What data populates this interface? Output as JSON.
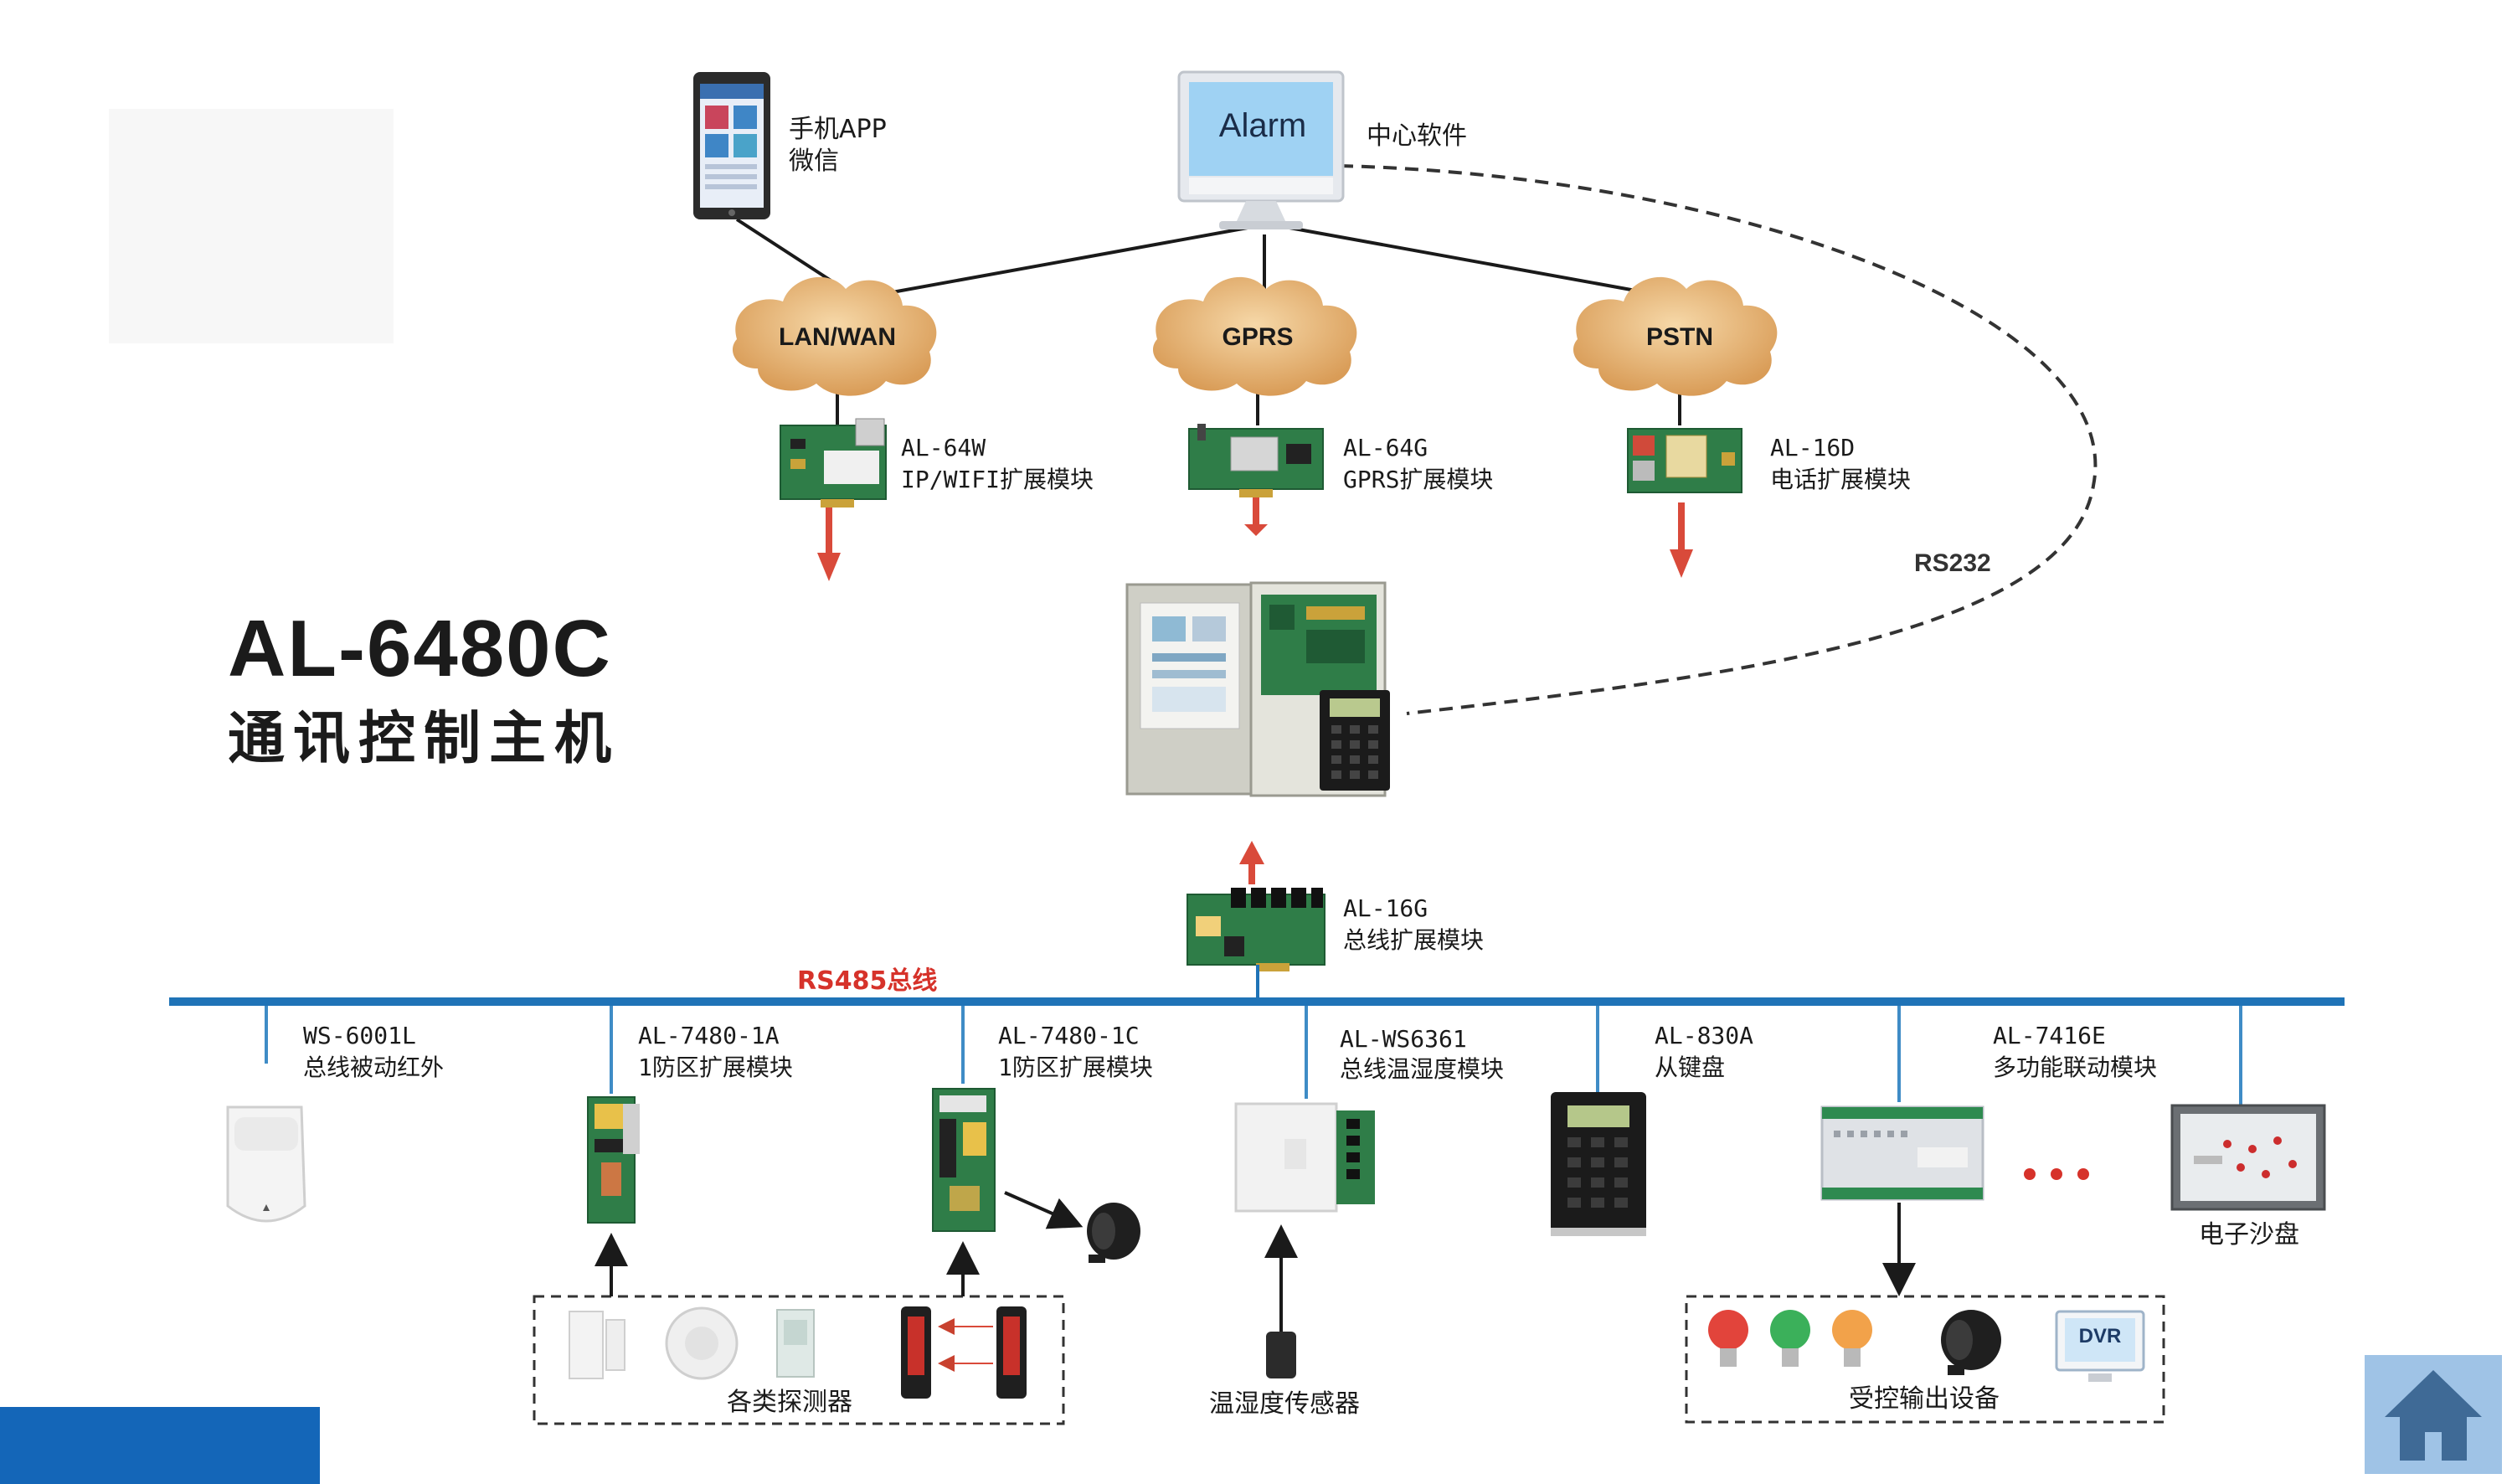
{
  "title": {
    "model": "AL-6480C",
    "subtitle": "通讯控制主机"
  },
  "top": {
    "app": {
      "line1": "手机APP",
      "line2": "微信"
    },
    "center_software": {
      "screen": "Alarm",
      "label": "中心软件"
    }
  },
  "clouds": [
    "LAN/WAN",
    "GPRS",
    "PSTN"
  ],
  "modules": [
    {
      "model": "AL-64W",
      "desc": "IP/WIFI扩展模块"
    },
    {
      "model": "AL-64G",
      "desc": "GPRS扩展模块"
    },
    {
      "model": "AL-16D",
      "desc": "电话扩展模块"
    }
  ],
  "rs232": "RS232",
  "bus_module": {
    "model": "AL-16G",
    "desc": "总线扩展模块"
  },
  "bus_label": "RS485总线",
  "devices": [
    {
      "model": "WS-6001L",
      "desc": "总线被动红外"
    },
    {
      "model": "AL-7480-1A",
      "desc": "1防区扩展模块"
    },
    {
      "model": "AL-7480-1C",
      "desc": "1防区扩展模块"
    },
    {
      "model": "AL-WS6361",
      "desc": "总线温湿度模块"
    },
    {
      "model": "AL-830A",
      "desc": "从键盘"
    },
    {
      "model": "AL-7416E",
      "desc": "多功能联动模块"
    }
  ],
  "sandbox": "电子沙盘",
  "groups": {
    "detectors": "各类探测器",
    "sensor": "温湿度传感器",
    "outputs": "受控输出设备",
    "dvr": "DVR"
  },
  "colors": {
    "bus": "#1f73b7",
    "arrow": "#d94a3a",
    "cloud": "#e7b67a",
    "accent_blue": "#1466b8"
  }
}
